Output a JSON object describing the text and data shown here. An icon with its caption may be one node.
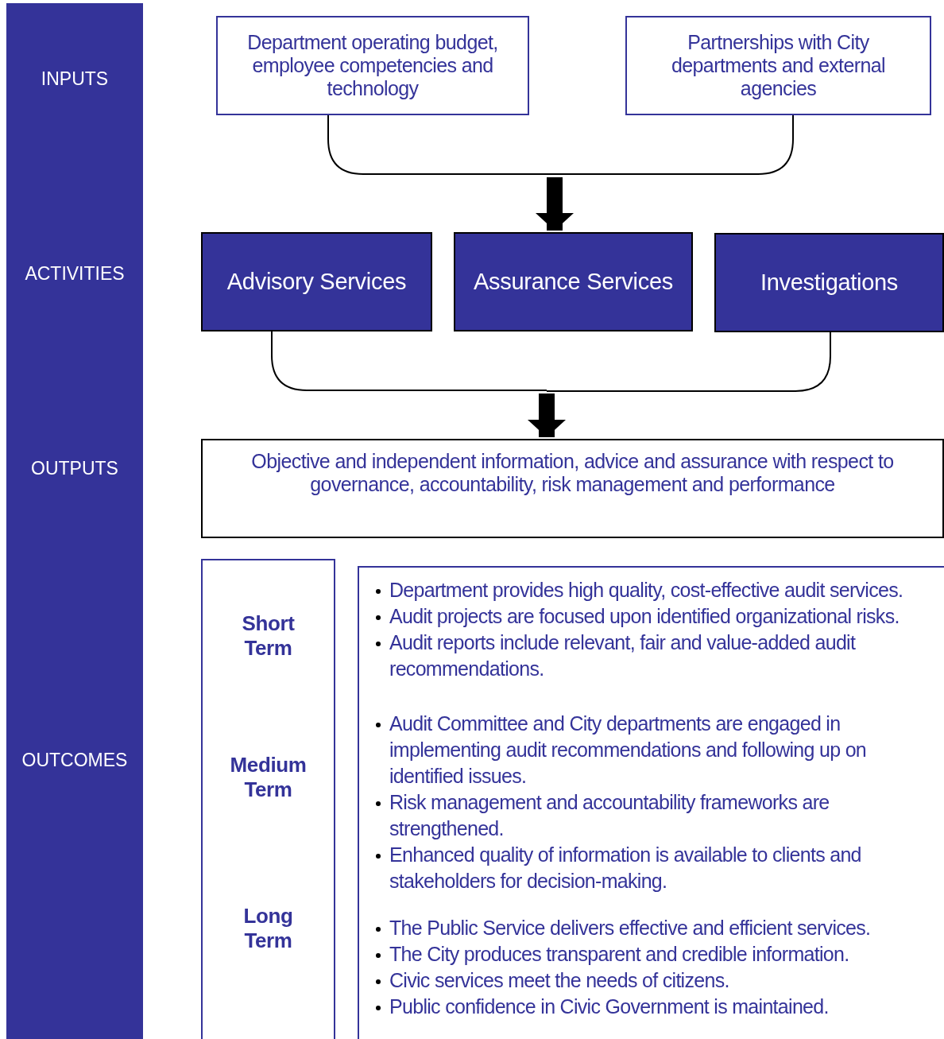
{
  "diagram": {
    "nodes": [
      {
        "text": [
          "INPUTS",
          "ACTIVITIES",
          "OUTPUTS",
          "OUTCOMES"
        ]
      },
      {
        "text": [
          "Department operating budget, employee competencies and technology"
        ]
      },
      {
        "text": [
          "Partnerships with City departments and external agencies"
        ]
      },
      {
        "text": [
          "Advisory Services"
        ]
      },
      {
        "text": [
          "Assurance Services"
        ]
      },
      {
        "text": [
          "Investigations"
        ]
      },
      {
        "text": [
          "Objective and independent information, advice and assurance with respect to governance, accountability, risk management and performance"
        ]
      },
      {
        "text": [
          "Short Term",
          "Medium Term",
          "Long Term"
        ]
      },
      {
        "text": [
          "Department provides high quality, cost-effective audit services.",
          "Audit projects are focused upon identified organizational risks.",
          "Audit reports include relevant, fair and value-added audit recommendations.",
          "Audit Committee and City departments are engaged in implementing audit recommendations and following up on identified issues.",
          "Risk management and accountability frameworks are strengthened.",
          "Enhanced quality of information is available to clients and stakeholders for decision-making.",
          "The Public Service delivers effective and efficient services.",
          "The City produces transparent and credible information.",
          "Civic services meet the needs of citizens.",
          "Public confidence in Civic Government is maintained."
        ]
      }
    ],
    "edges": [
      {
        "from": 1,
        "to": 4,
        "arrow": "to"
      },
      {
        "from": 2,
        "to": 4,
        "arrow": "to"
      },
      {
        "from": 3,
        "to": 6,
        "arrow": "to"
      },
      {
        "from": 5,
        "to": 6,
        "arrow": "to"
      }
    ]
  }
}
